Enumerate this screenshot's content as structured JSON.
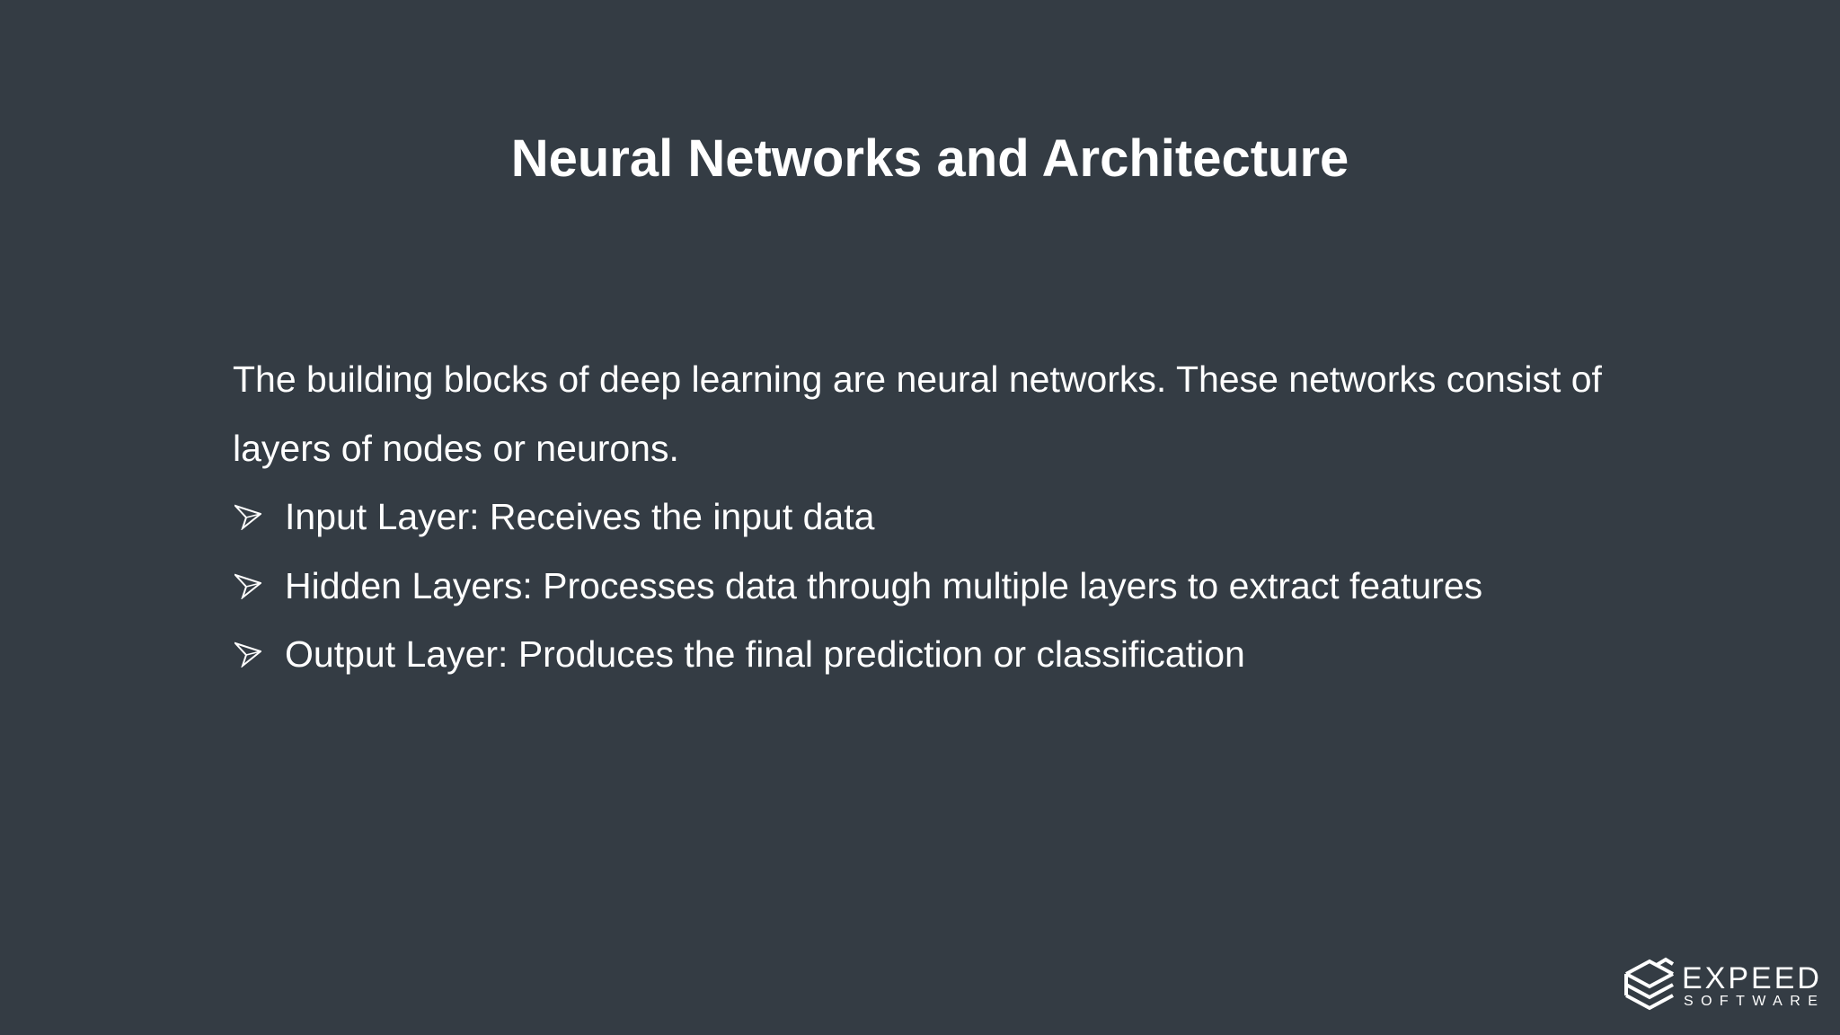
{
  "slide": {
    "title": "Neural Networks and Architecture",
    "intro_line1": "The building blocks of deep learning are neural networks. These networks consist of",
    "intro_line2": "layers of nodes or neurons.",
    "bullets": [
      {
        "text": "Input Layer: Receives the input data",
        "icon": "arrow-bullet-icon"
      },
      {
        "text": "Hidden Layers: Processes data through multiple layers to extract features",
        "icon": "arrow-bullet-icon"
      },
      {
        "text": "Output Layer: Produces the final prediction or classification",
        "icon": "arrow-bullet-icon"
      }
    ]
  },
  "logo": {
    "name": "EXPEED",
    "sub": "SOFTWARE",
    "icon": "expeed-logo-icon"
  },
  "colors": {
    "background": "#343c44",
    "text": "#ffffff"
  }
}
